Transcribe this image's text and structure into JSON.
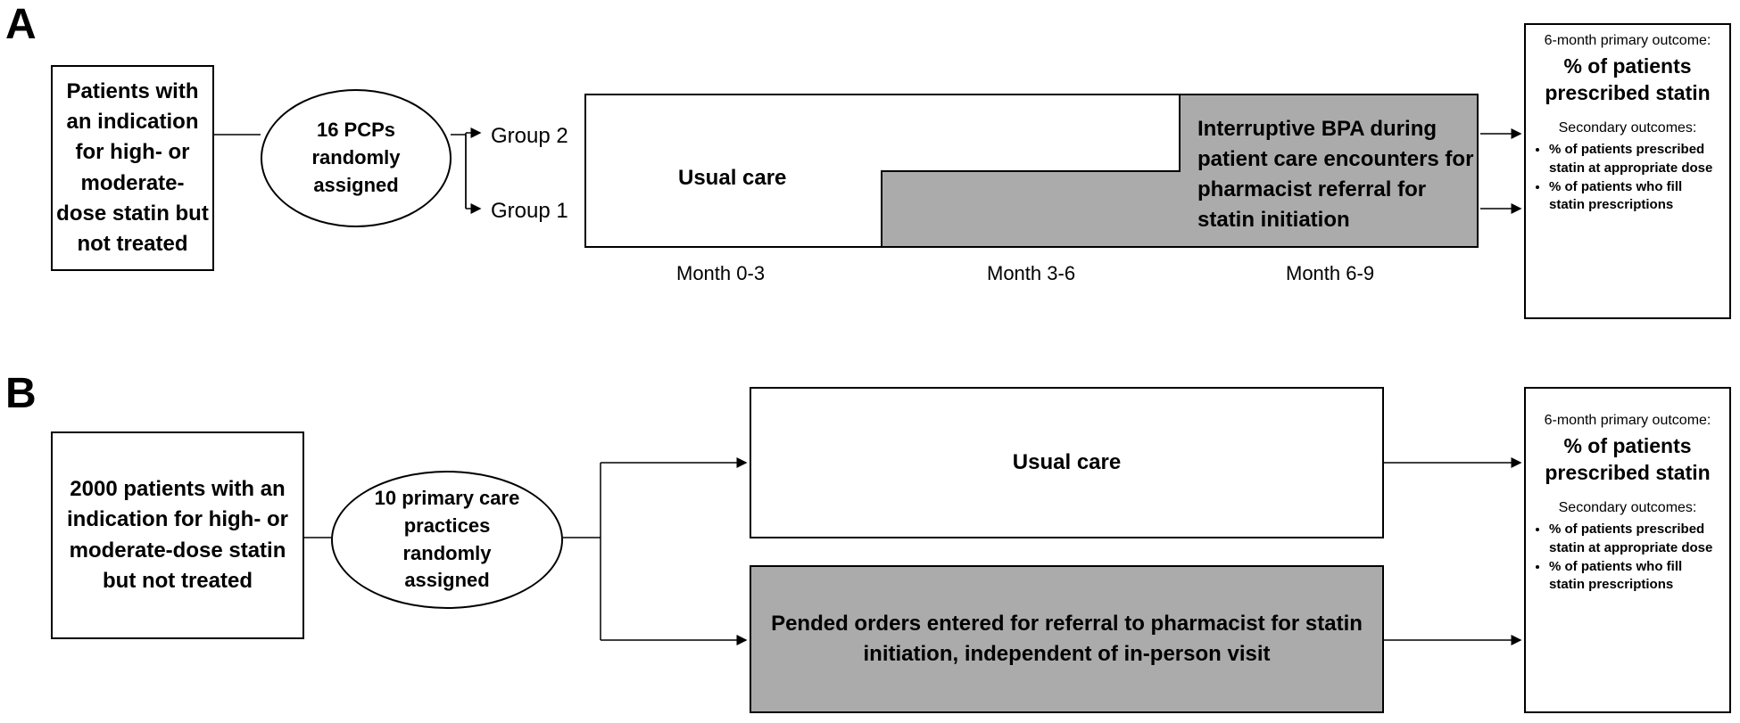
{
  "panel_a": {
    "letter": "A",
    "population": "Patients with an indication for high- or moderate-dose statin but not treated",
    "randomization": "16 PCPs randomly assigned",
    "group2": "Group 2",
    "group1": "Group 1",
    "usual_care": "Usual care",
    "intervention": "Interruptive BPA during patient care encounters for pharmacist referral for statin initiation",
    "month_labels": [
      "Month 0-3",
      "Month 3-6",
      "Month 6-9"
    ],
    "outcomes": {
      "primary_label": "6-month primary outcome:",
      "primary_value": "% of patients prescribed statin",
      "secondary_label": "Secondary outcomes:",
      "secondary_items": [
        "% of patients prescribed statin at appropriate dose",
        "% of patients who fill statin prescriptions"
      ]
    }
  },
  "panel_b": {
    "letter": "B",
    "population": "2000 patients with an indication for high- or moderate-dose statin but not treated",
    "randomization": "10 primary care practices randomly assigned",
    "usual_care": "Usual care",
    "intervention": "Pended orders entered for referral to pharmacist for statin initiation, independent of in-person visit",
    "outcomes": {
      "primary_label": "6-month primary outcome:",
      "primary_value": "% of patients prescribed statin",
      "secondary_label": "Secondary outcomes:",
      "secondary_items": [
        "% of patients prescribed statin at appropriate dose",
        "% of patients who fill statin prescriptions"
      ]
    }
  }
}
